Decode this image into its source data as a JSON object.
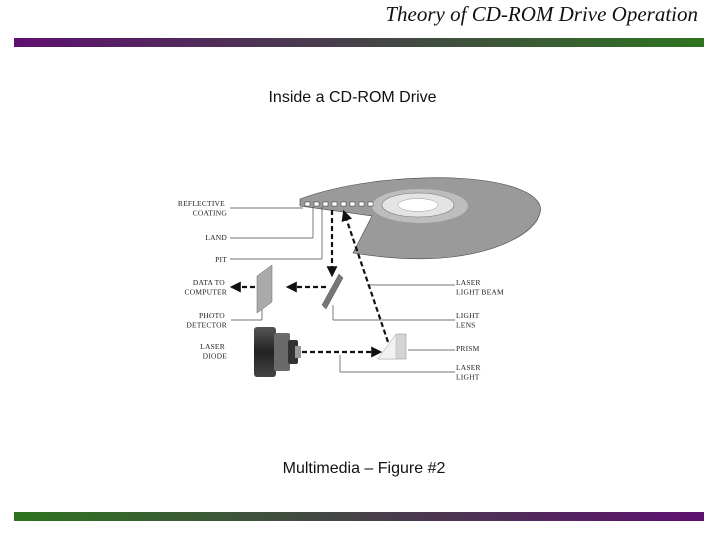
{
  "slide": {
    "title": "Theory of CD-ROM Drive Operation",
    "subtitle": "Inside a CD-ROM Drive",
    "caption": "Multimedia – Figure #2"
  },
  "colors": {
    "bar_left": "#5e1070",
    "bar_right": "#2e7420",
    "disc": "#9a9a9a",
    "hub": "#e4e4e4"
  },
  "diagram": {
    "labels_left": [
      [
        "REFLECTIVE",
        "COATING"
      ],
      [
        "LAND"
      ],
      [
        "PIT"
      ],
      [
        "DATA TO",
        "COMPUTER"
      ],
      [
        "PHOTO",
        "DETECTOR"
      ],
      [
        "LASER",
        "DIODE"
      ]
    ],
    "labels_right": [
      [
        "LASER",
        "LIGHT BEAM"
      ],
      [
        "LIGHT",
        "LENS"
      ],
      [
        "PRISM"
      ],
      [
        "LASER",
        "LIGHT"
      ]
    ]
  }
}
